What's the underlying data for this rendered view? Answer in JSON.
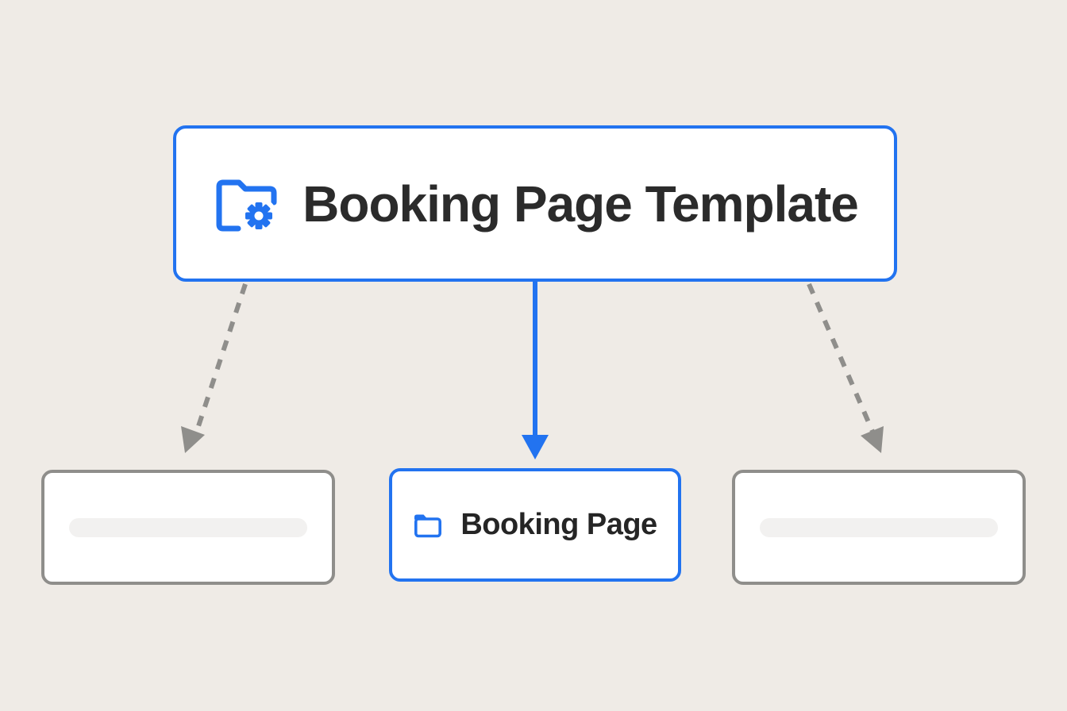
{
  "page": {
    "background_color": "#EFEBE6",
    "node_background": "#FFFFFF"
  },
  "palette": {
    "accent_blue": "#2273F0",
    "connector_gray": "#8F8E8B",
    "border_gray": "#8F8E8B",
    "text_dark": "#2B2B2B",
    "placeholder_bar_gray": "#F2F1F0",
    "white": "#FFFFFF"
  },
  "diagram": {
    "root_node": {
      "label": "Booking Page Template",
      "icon": "folder-gear-icon"
    },
    "child_nodes": [
      {
        "id": "left-placeholder",
        "type": "placeholder",
        "label": ""
      },
      {
        "id": "booking-page",
        "type": "labeled",
        "label": "Booking Page",
        "icon": "folder-icon"
      },
      {
        "id": "right-placeholder",
        "type": "placeholder",
        "label": ""
      }
    ],
    "connectors": [
      {
        "from": "root",
        "to": "left-placeholder",
        "line_style": "dashed",
        "color": "#8F8E8B",
        "arrowhead": "filled-triangle"
      },
      {
        "from": "root",
        "to": "booking-page",
        "line_style": "solid",
        "color": "#2273F0",
        "arrowhead": "filled-triangle"
      },
      {
        "from": "root",
        "to": "right-placeholder",
        "line_style": "dashed",
        "color": "#8F8E8B",
        "arrowhead": "filled-triangle"
      }
    ]
  }
}
